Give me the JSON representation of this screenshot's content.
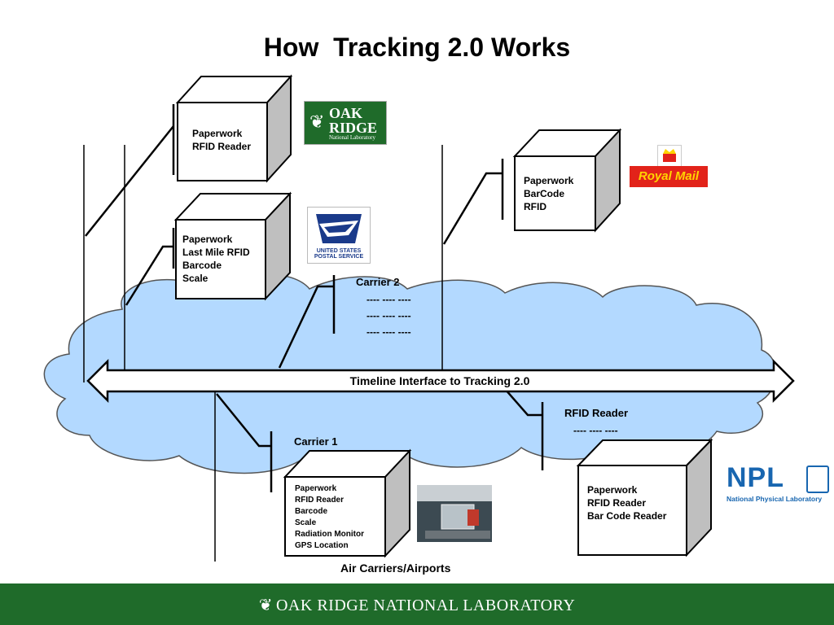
{
  "title": "How  Tracking 2.0 Works",
  "boxes": {
    "ornl": [
      "Paperwork",
      "RFID Reader"
    ],
    "usps": [
      "Paperwork",
      "Last Mile RFID",
      "Barcode",
      "Scale"
    ],
    "royal_mail": [
      "Paperwork",
      "BarCode",
      "RFID"
    ],
    "carrier1": [
      "Paperwork",
      "RFID Reader",
      "Barcode",
      "Scale",
      "Radiation Monitor",
      "GPS Location"
    ],
    "npl": [
      "Paperwork",
      "RFID Reader",
      "Bar Code Reader"
    ]
  },
  "labels": {
    "carrier2": "Carrier 2",
    "carrier1": "Carrier 1",
    "rfid_reader": "RFID Reader",
    "timeline": "Timeline Interface to Tracking 2.0",
    "air_carriers": "Air Carriers/Airports",
    "dashes": "---- ---- ----"
  },
  "logos": {
    "ornl": {
      "line1": "OAK",
      "line2": "RIDGE",
      "line3": "National Laboratory"
    },
    "usps": {
      "text": "UNITED STATES POSTAL SERVICE"
    },
    "royal_mail": {
      "text": "Royal Mail"
    },
    "npl": {
      "big": "NPL",
      "sub": "National Physical Laboratory"
    }
  },
  "footer": {
    "text": "OAK RIDGE NATIONAL LABORATORY"
  },
  "colors": {
    "cloud": "#b3d9ff",
    "footer": "#1f6b2a",
    "cloud_stroke": "#555555"
  }
}
